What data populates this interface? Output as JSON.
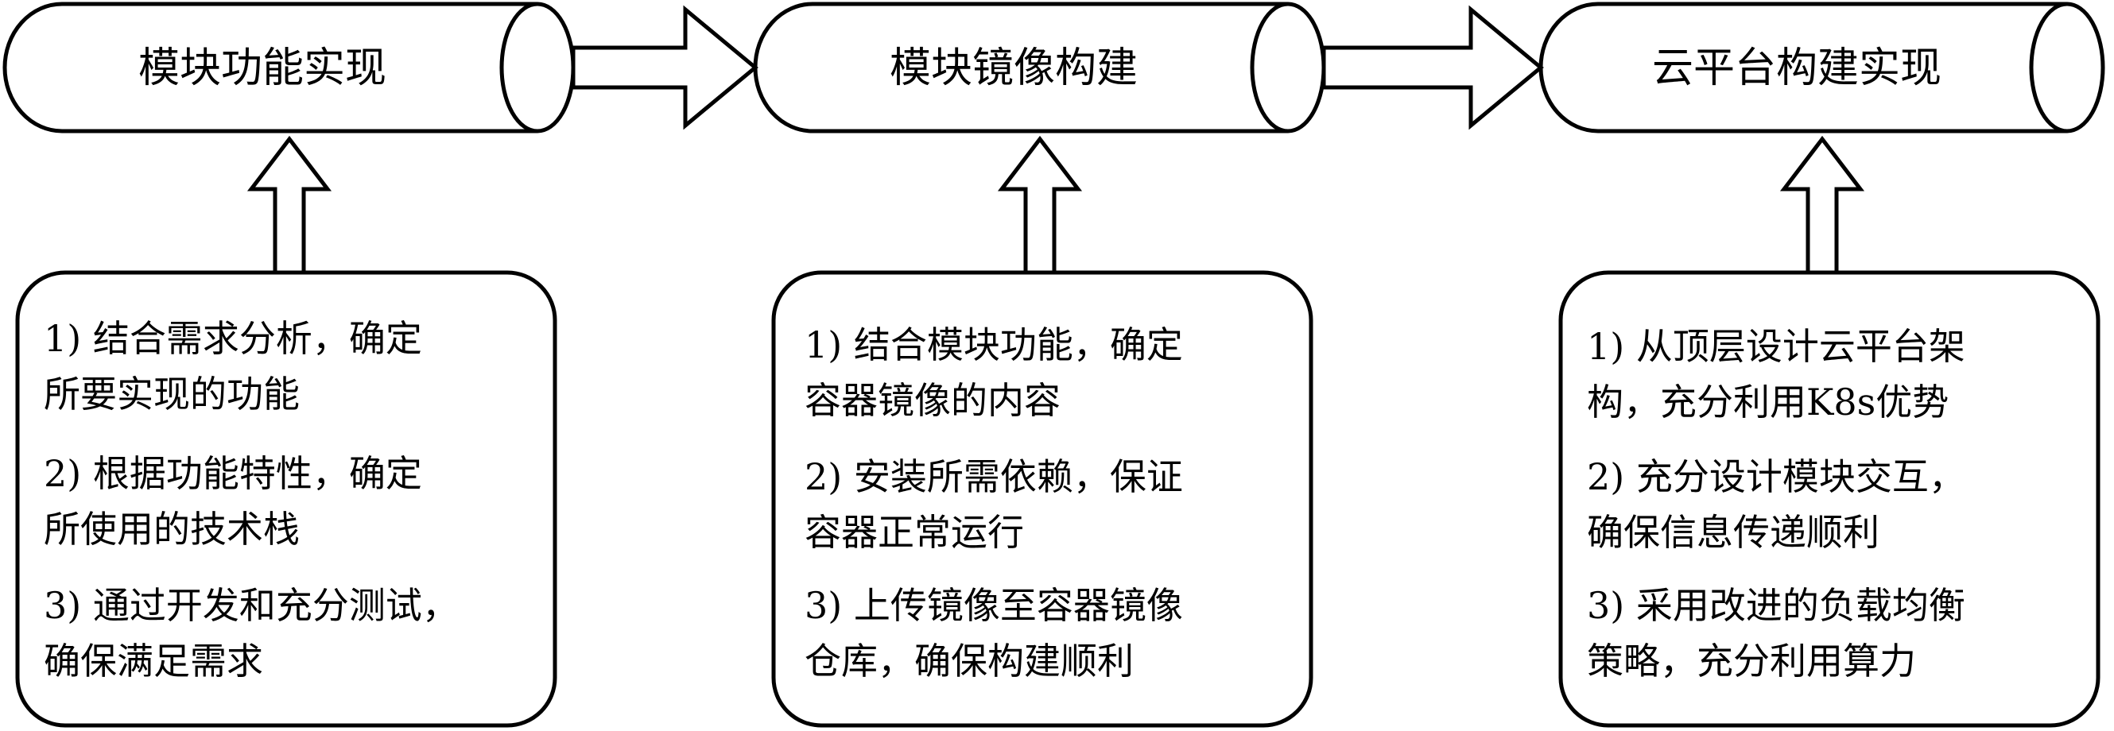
{
  "stages": [
    {
      "title": "模块功能实现",
      "details": [
        {
          "lines": [
            "1) 结合需求分析，确定",
            "所要实现的功能"
          ]
        },
        {
          "lines": [
            "2) 根据功能特性，确定",
            "所使用的技术栈"
          ]
        },
        {
          "lines": [
            "3) 通过开发和充分测试，",
            "确保满足需求"
          ]
        }
      ]
    },
    {
      "title": "模块镜像构建",
      "details": [
        {
          "lines": [
            "1) 结合模块功能，确定",
            "容器镜像的内容"
          ]
        },
        {
          "lines": [
            "2) 安装所需依赖，保证",
            "容器正常运行"
          ]
        },
        {
          "lines": [
            "3) 上传镜像至容器镜像",
            "仓库，确保构建顺利"
          ]
        }
      ]
    },
    {
      "title": "云平台构建实现",
      "details": [
        {
          "lines": [
            "1) 从顶层设计云平台架",
            "构，充分利用K8s优势"
          ]
        },
        {
          "lines": [
            "2) 充分设计模块交互，",
            "确保信息传递顺利"
          ]
        },
        {
          "lines": [
            "3) 采用改进的负载均衡",
            "策略，充分利用算力"
          ]
        }
      ]
    }
  ]
}
